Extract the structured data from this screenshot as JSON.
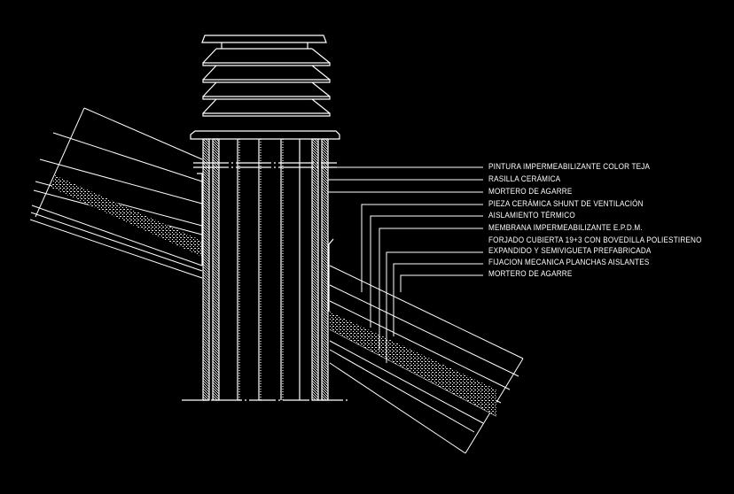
{
  "drawing": {
    "background": "#000000",
    "line_color": "#ffffff",
    "labels": [
      "PINTURA IMPERMEABILIZANTE COLOR TEJA",
      "RASILLA CERÁMICA",
      "MORTERO DE AGARRE",
      "PIEZA CERÁMICA SHUNT DE VENTILACIÓN",
      "AISLAMIENTO TÉRMICO",
      "MEMBRANA IMPERMEABILIZANTE E.P.D.M.",
      "FORJADO CUBIERTA 19+3 CON BOVEDILLA POLIESTIRENO",
      "EXPANDIDO Y SEMIVIGUETA PREFABRICADA",
      "FIJACION MECANICA PLANCHAS AISLANTES",
      "MORTERO DE AGARRE"
    ]
  }
}
